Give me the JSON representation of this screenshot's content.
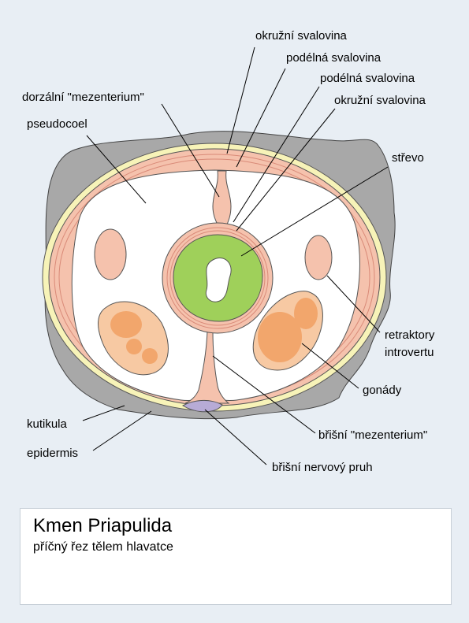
{
  "labels": {
    "okruzni_outer": "okružní svalovina",
    "podelna_outer": "podélná svalovina",
    "podelna_inner": "podélná svalovina",
    "okruzni_inner": "okružní svalovina",
    "dorsal_mesentery": "dorzální \"mezenterium\"",
    "pseudocoel": "pseudocoel",
    "gut": "střevo",
    "retractors_1": "retraktory",
    "retractors_2": "introvertu",
    "gonads": "gonády",
    "ventral_mesentery": "břišní \"mezenterium\"",
    "cuticle": "kutikula",
    "epidermis": "epidermis",
    "nerve_cord": "břišní nervový pruh"
  },
  "caption": {
    "title": "Kmen Priapulida",
    "subtitle": "příčný řez tělem hlavatce"
  },
  "colors": {
    "background": "#e8eef4",
    "cuticle": "#a8a8a8",
    "epidermis": "#f7f3b8",
    "muscle": "#f5c2ad",
    "muscle_line": "#d98a78",
    "cavity": "#ffffff",
    "gut": "#9fd05a",
    "gonad": "#f2a66c",
    "gonad_outer": "#f7c9a3",
    "nerve": "#b7abd6"
  }
}
